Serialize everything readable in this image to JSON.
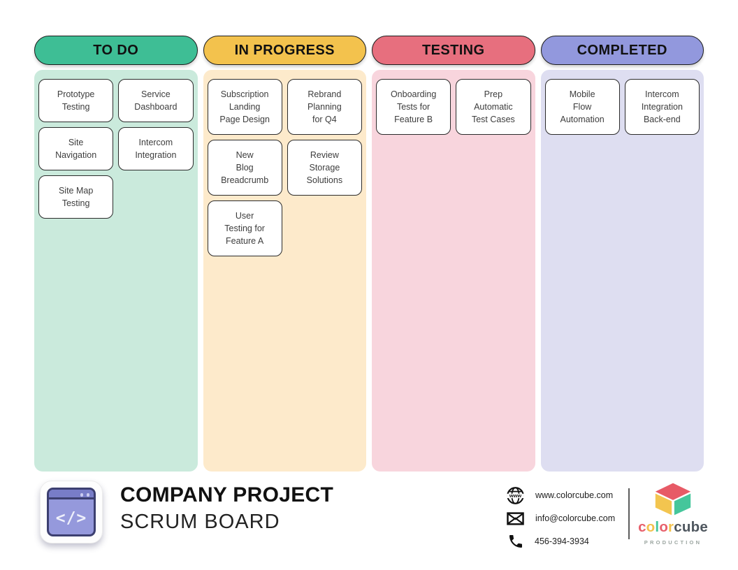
{
  "board": {
    "columns": [
      {
        "label": "TO DO",
        "header_color": "#3EBE95",
        "body_color": "#CAEADC",
        "cards": [
          "Prototype\nTesting",
          "Service\nDashboard",
          "Site\nNavigation",
          "Intercom\nIntegration",
          "Site Map\nTesting"
        ]
      },
      {
        "label": "IN PROGRESS",
        "header_color": "#F3C24D",
        "body_color": "#FDEACB",
        "cards": [
          "Subscription\nLanding\nPage Design",
          "Rebrand\nPlanning\nfor Q4",
          "New\nBlog\nBreadcrumb",
          "Review\nStorage\nSolutions",
          "User\nTesting for\nFeature A"
        ]
      },
      {
        "label": "TESTING",
        "header_color": "#E76F7E",
        "body_color": "#F8D5DD",
        "cards": [
          "Onboarding\nTests for\nFeature B",
          "Prep\nAutomatic\nTest Cases"
        ]
      },
      {
        "label": "COMPLETED",
        "header_color": "#9298DD",
        "body_color": "#DEDEF1",
        "cards": [
          "Mobile\nFlow\nAutomation",
          "Intercom\nIntegration\nBack-end"
        ]
      }
    ]
  },
  "footer": {
    "title": "COMPANY PROJECT",
    "subtitle": "SCRUM BOARD",
    "logo_icon": "code-browser-window-icon",
    "logo_glyph": "</>",
    "contact": {
      "website": {
        "icon": "www-globe-icon",
        "text": "www.colorcube.com"
      },
      "email": {
        "icon": "envelope-icon",
        "text": "info@colorcube.com"
      },
      "phone": {
        "icon": "phone-icon",
        "text": "456-394-3934"
      }
    },
    "brand": {
      "cube_icon": "color-cube-icon",
      "cube_colors": {
        "top": "#E75A66",
        "left": "#F3C54F",
        "right": "#45C69B"
      },
      "letters": [
        {
          "ch": "c",
          "color": "#E7606C"
        },
        {
          "ch": "o",
          "color": "#F3C24D"
        },
        {
          "ch": "l",
          "color": "#45C69B"
        },
        {
          "ch": "o",
          "color": "#E7606C"
        },
        {
          "ch": "r",
          "color": "#F3C24D"
        },
        {
          "ch": "c",
          "color": "#4f575f"
        },
        {
          "ch": "u",
          "color": "#4f575f"
        },
        {
          "ch": "b",
          "color": "#4f575f"
        },
        {
          "ch": "e",
          "color": "#4f575f"
        }
      ],
      "tagline": "PRODUCTION"
    }
  }
}
